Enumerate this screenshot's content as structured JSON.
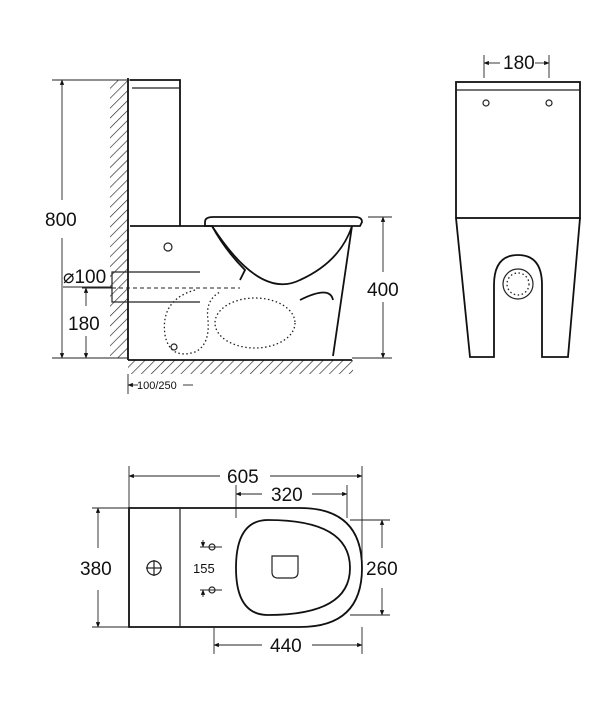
{
  "side_view": {
    "total_height": "800",
    "pipe_diameter": "⌀100",
    "pipe_height": "180",
    "seat_height": "400",
    "rough_in": "100/250"
  },
  "front_view": {
    "tank_width": "180"
  },
  "top_view": {
    "total_length": "605",
    "bowl_depth": "320",
    "total_width": "380",
    "bowl_width": "260",
    "bolt_spacing": "155",
    "bowl_length": "440"
  },
  "icons": [
    "flush-button-icon",
    "outlet-pipe-icon",
    "mounting-hole-icon"
  ]
}
